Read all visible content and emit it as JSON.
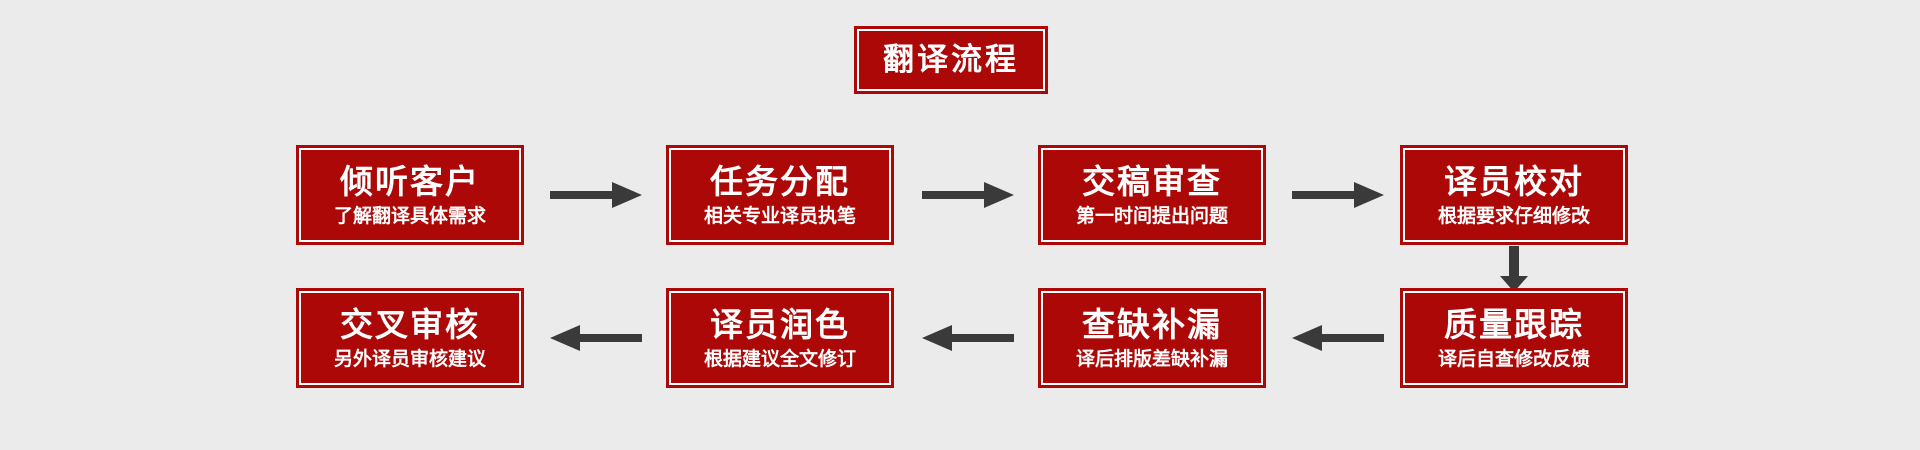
{
  "page": {
    "background_color": "#ebebeb",
    "box_fill_color": "#ad0808",
    "box_border_color": "#ad0808",
    "box_inner_line_color": "#ffffff",
    "text_color": "#ffffff",
    "arrow_color": "#3a3a3a"
  },
  "header": {
    "title": "翻译流程"
  },
  "flow": {
    "nodes": [
      {
        "id": "n1",
        "main": "倾听客户",
        "sub": "了解翻译具体需求"
      },
      {
        "id": "n2",
        "main": "任务分配",
        "sub": "相关专业译员执笔"
      },
      {
        "id": "n3",
        "main": "交稿审查",
        "sub": "第一时间提出问题"
      },
      {
        "id": "n4",
        "main": "译员校对",
        "sub": "根据要求仔细修改"
      },
      {
        "id": "n5",
        "main": "质量跟踪",
        "sub": "译后自查修改反馈"
      },
      {
        "id": "n6",
        "main": "查缺补漏",
        "sub": "译后排版差缺补漏"
      },
      {
        "id": "n7",
        "main": "译员润色",
        "sub": "根据建议全文修订"
      },
      {
        "id": "n8",
        "main": "交叉审核",
        "sub": "另外译员审核建议"
      }
    ],
    "connectors": [
      {
        "from": "n1",
        "to": "n2",
        "direction": "right"
      },
      {
        "from": "n2",
        "to": "n3",
        "direction": "right"
      },
      {
        "from": "n3",
        "to": "n4",
        "direction": "right"
      },
      {
        "from": "n4",
        "to": "n5",
        "direction": "down"
      },
      {
        "from": "n5",
        "to": "n6",
        "direction": "left"
      },
      {
        "from": "n6",
        "to": "n7",
        "direction": "left"
      },
      {
        "from": "n7",
        "to": "n8",
        "direction": "left"
      }
    ]
  }
}
